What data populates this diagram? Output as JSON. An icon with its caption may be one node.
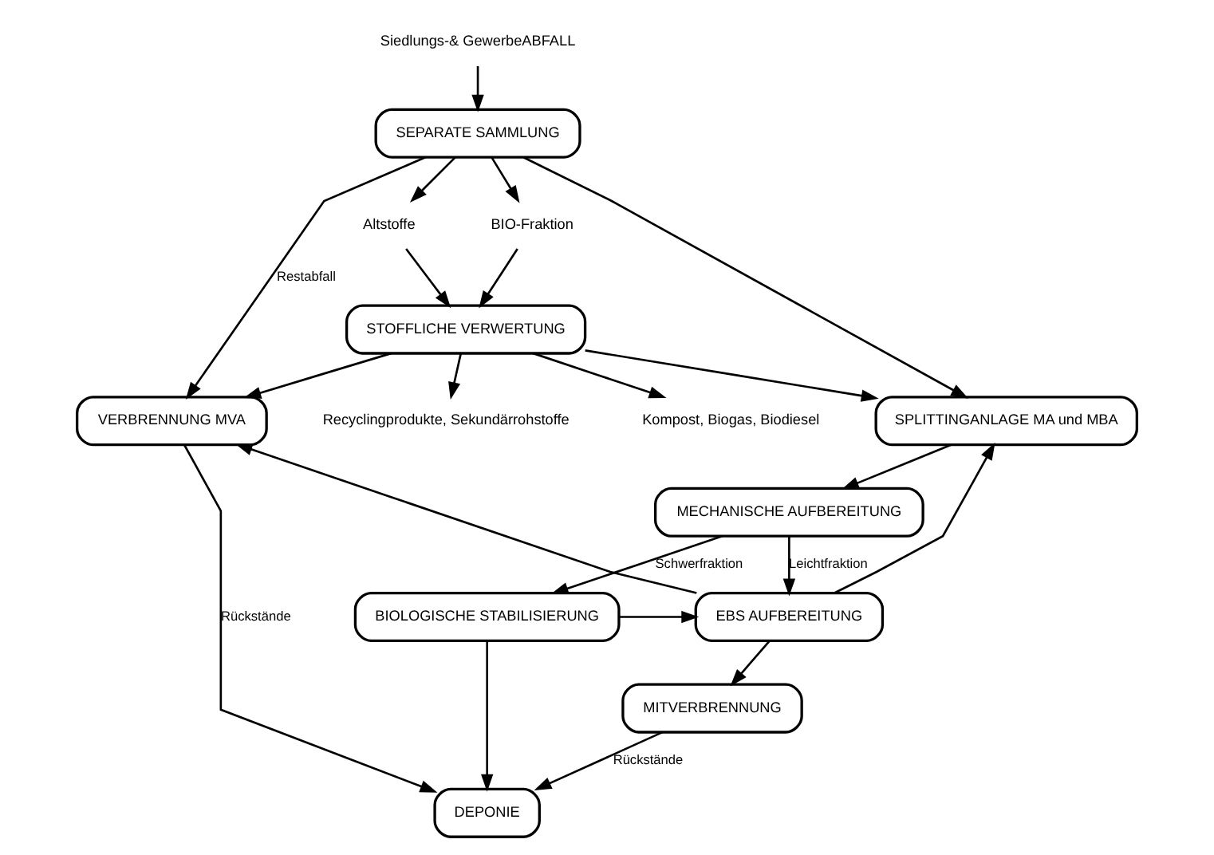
{
  "diagram": {
    "nodes": [
      {
        "text": [
          "Siedlungs-& GewerbeABFALL"
        ]
      },
      {
        "text": [
          "SEPARATE SAMMLUNG"
        ]
      },
      {
        "text": [
          "BIO-Fraktion"
        ]
      },
      {
        "text": [
          "Altstoffe"
        ]
      },
      {
        "text": [
          "STOFFLICHE VERWERTUNG"
        ]
      },
      {
        "text": [
          "Kompost, Biogas, Biodiesel"
        ]
      },
      {
        "text": [
          "Recyclingprodukte, Sekundärrohstoffe"
        ]
      },
      {
        "text": [
          "VERBRENNUNG MVA"
        ]
      },
      {
        "text": [
          "SPLITTINGANLAGE MA und MBA"
        ]
      },
      {
        "text": [
          "MECHANISCHE AUFBEREITUNG"
        ]
      },
      {
        "text": [
          "EBS AUFBEREITUNG"
        ]
      },
      {
        "text": [
          "BIOLOGISCHE STABILISIERUNG"
        ]
      },
      {
        "text": [
          "MITVERBRENNUNG"
        ]
      },
      {
        "text": [
          "DEPONIE"
        ]
      }
    ],
    "edges": [
      {
        "from": 0,
        "to": 1,
        "arrow": "to"
      },
      {
        "from": 1,
        "to": 2,
        "arrow": "to"
      },
      {
        "from": 1,
        "to": 3,
        "arrow": "to"
      },
      {
        "from": 2,
        "to": 4,
        "arrow": "to"
      },
      {
        "from": 3,
        "to": 4,
        "arrow": "to"
      },
      {
        "from": 4,
        "to": 5,
        "arrow": "to"
      },
      {
        "from": 4,
        "to": 6,
        "arrow": "to"
      },
      {
        "from": 1,
        "to": 7,
        "arrow": "to",
        "label": "Restabfall"
      },
      {
        "from": 1,
        "to": 8,
        "arrow": "to"
      },
      {
        "from": 4,
        "to": 7,
        "arrow": "to"
      },
      {
        "from": 4,
        "to": 8,
        "arrow": "to"
      },
      {
        "from": 10,
        "to": 7,
        "arrow": "to"
      },
      {
        "from": 10,
        "to": 8,
        "arrow": "to"
      },
      {
        "from": 8,
        "to": 9,
        "arrow": "to"
      },
      {
        "from": 9,
        "to": 10,
        "arrow": "to",
        "label": "Leichtfraktion"
      },
      {
        "from": 9,
        "to": 11,
        "arrow": "to",
        "label": "Schwerfraktion"
      },
      {
        "from": 11,
        "to": 10,
        "arrow": "to"
      },
      {
        "from": 11,
        "to": 13,
        "arrow": "to"
      },
      {
        "from": 10,
        "to": 12,
        "arrow": "to"
      },
      {
        "from": 12,
        "to": 13,
        "arrow": "to",
        "label": "Rückstände"
      },
      {
        "from": 7,
        "to": 13,
        "arrow": "to",
        "label": "Rückstände"
      }
    ]
  }
}
